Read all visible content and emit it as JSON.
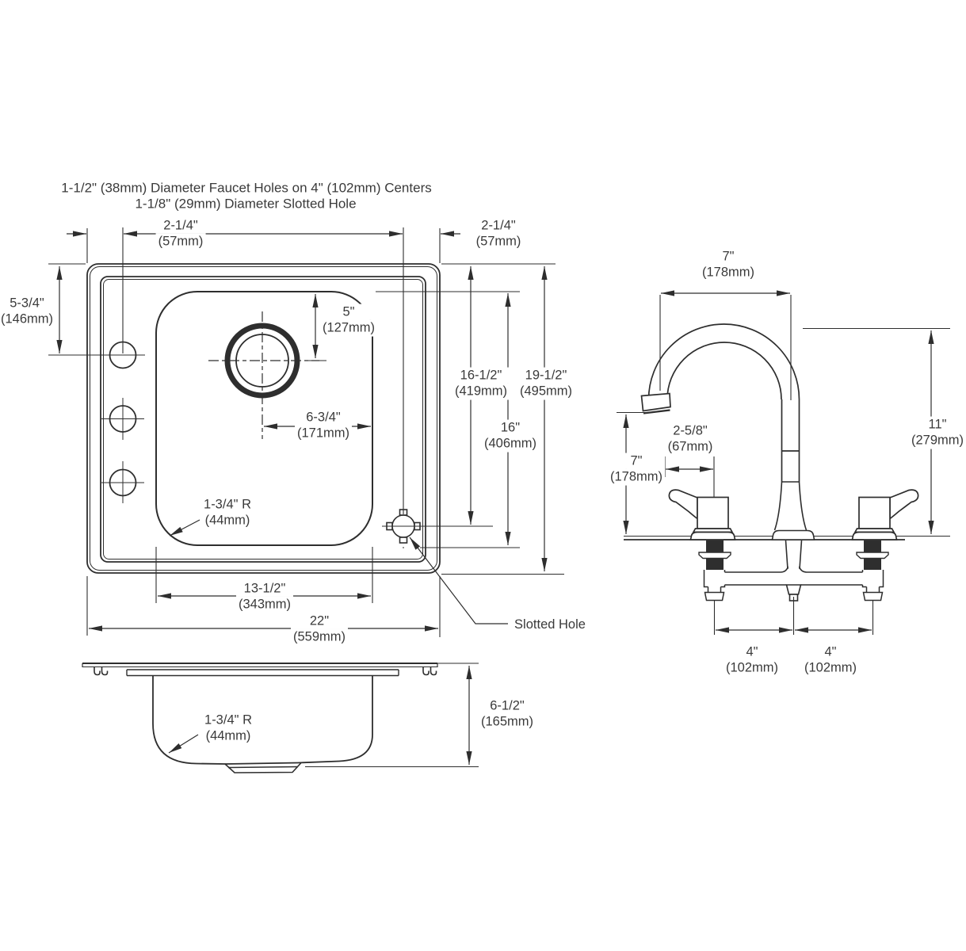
{
  "notes": {
    "line1": "1-1/2\" (38mm) Diameter Faucet Holes on 4\" (102mm) Centers",
    "line2": "1-1/8\" (29mm) Diameter Slotted Hole"
  },
  "plan": {
    "edge_left": {
      "in": "2-1/4\"",
      "mm": "(57mm)"
    },
    "edge_right": {
      "in": "2-1/4\"",
      "mm": "(57mm)"
    },
    "top_to_hole": {
      "in": "5-3/4\"",
      "mm": "(146mm)"
    },
    "bowl_to_drain": {
      "in": "5\"",
      "mm": "(127mm)"
    },
    "drain_to_edge": {
      "in": "6-3/4\"",
      "mm": "(171mm)"
    },
    "top_to_slot": {
      "in": "16-1/2\"",
      "mm": "(419mm)"
    },
    "bowl_fb": {
      "in": "16\"",
      "mm": "(406mm)"
    },
    "overall_fb": {
      "in": "19-1/2\"",
      "mm": "(495mm)"
    },
    "bowl_w": {
      "in": "13-1/2\"",
      "mm": "(343mm)"
    },
    "overall_w": {
      "in": "22\"",
      "mm": "(559mm)"
    },
    "radius": {
      "in": "1-3/4\" R",
      "mm": "(44mm)"
    },
    "slot_label": "Slotted Hole"
  },
  "section": {
    "radius": {
      "in": "1-3/4\" R",
      "mm": "(44mm)"
    },
    "depth": {
      "in": "6-1/2\"",
      "mm": "(165mm)"
    }
  },
  "faucet": {
    "reach": {
      "in": "7\"",
      "mm": "(178mm)"
    },
    "spout_height": {
      "in": "7\"",
      "mm": "(178mm)"
    },
    "handle_reach": {
      "in": "2-5/8\"",
      "mm": "(67mm)"
    },
    "overall_height": {
      "in": "11\"",
      "mm": "(279mm)"
    },
    "spacing_left": {
      "in": "4\"",
      "mm": "(102mm)"
    },
    "spacing_right": {
      "in": "4\"",
      "mm": "(102mm)"
    }
  },
  "colors": {
    "line": "#2e2e2e",
    "text": "#3a3a3a",
    "background": "#ffffff"
  }
}
